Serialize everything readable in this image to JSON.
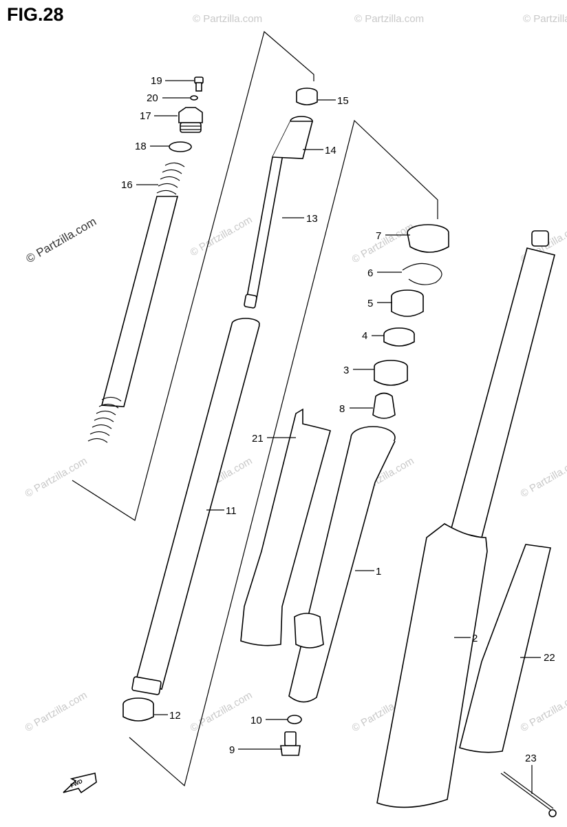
{
  "figure": {
    "title": "FIG.28"
  },
  "watermark": {
    "text": "© Partzilla.com",
    "main_text": "© Partzilla.com"
  },
  "fwd_label": "FWD",
  "callouts": [
    {
      "id": "19",
      "label": "19"
    },
    {
      "id": "20",
      "label": "20"
    },
    {
      "id": "17",
      "label": "17"
    },
    {
      "id": "18",
      "label": "18"
    },
    {
      "id": "16",
      "label": "16"
    },
    {
      "id": "15",
      "label": "15"
    },
    {
      "id": "14",
      "label": "14"
    },
    {
      "id": "13",
      "label": "13"
    },
    {
      "id": "7",
      "label": "7"
    },
    {
      "id": "6",
      "label": "6"
    },
    {
      "id": "5",
      "label": "5"
    },
    {
      "id": "4",
      "label": "4"
    },
    {
      "id": "3",
      "label": "3"
    },
    {
      "id": "8",
      "label": "8"
    },
    {
      "id": "21",
      "label": "21"
    },
    {
      "id": "11",
      "label": "11"
    },
    {
      "id": "1",
      "label": "1"
    },
    {
      "id": "2",
      "label": "2"
    },
    {
      "id": "22",
      "label": "22"
    },
    {
      "id": "12",
      "label": "12"
    },
    {
      "id": "10",
      "label": "10"
    },
    {
      "id": "9",
      "label": "9"
    },
    {
      "id": "23",
      "label": "23"
    }
  ]
}
